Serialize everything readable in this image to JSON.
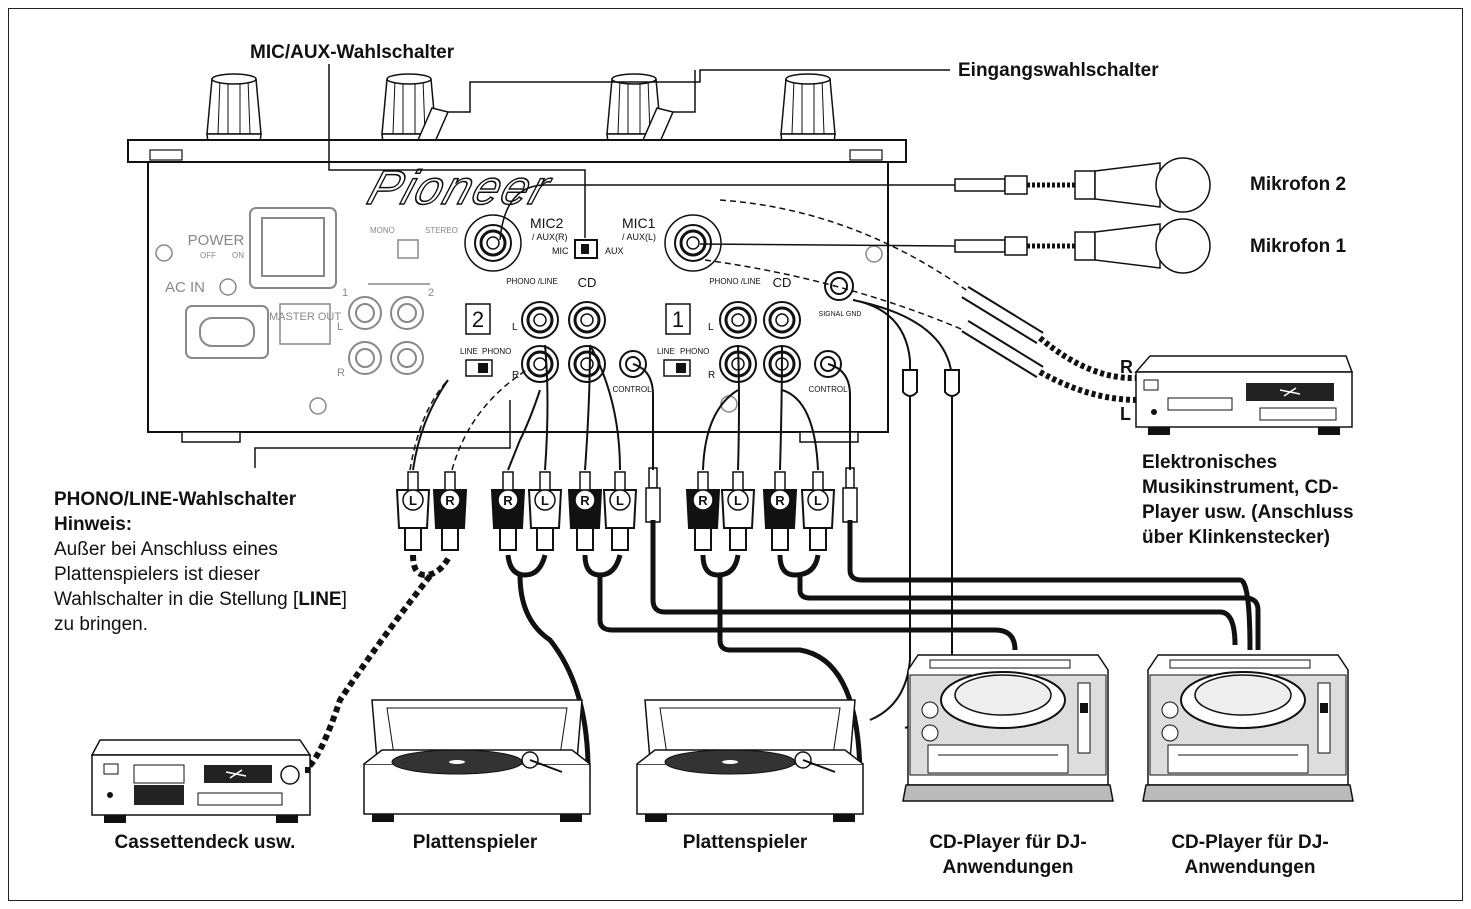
{
  "labels": {
    "mic_aux_switch": "MIC/AUX-Wahlschalter",
    "input_switch": "Eingangswahlschalter",
    "mic2": "Mikrofon 2",
    "mic1": "Mikrofon 1",
    "jack_r": "R",
    "jack_l": "L",
    "electronic_instrument": "Elektronisches Musikinstrument, CD-Player usw. (Anschluss über Klinkenstecker)",
    "phono_line_switch": "PHONO/LINE-Wahlschalter",
    "note_title": "Hinweis:",
    "note_before": "Außer bei Anschluss eines Plattenspielers ist dieser Wahlschalter in die Stellung [",
    "note_bold": "LINE",
    "note_after": "] zu bringen.",
    "cassette": "Cassettendeck usw.",
    "turntable_left": "Plattenspieler",
    "turntable_right": "Plattenspieler",
    "cdj_left": "CD-Player für DJ-Anwendungen",
    "cdj_right": "CD-Player für DJ-Anwendungen"
  },
  "panel": {
    "brand": "Pioneer",
    "power": "POWER",
    "off": "OFF",
    "on": "ON",
    "ac_in": "AC IN",
    "mono": "MONO",
    "stereo": "STEREO",
    "master_out": "MASTER OUT",
    "mic2": "MIC2",
    "aux_r": "/ AUX(R)",
    "mic1": "MIC1",
    "aux_l": "/ AUX(L)",
    "mic": "MIC",
    "aux": "AUX",
    "phono_line": "PHONO /LINE",
    "cd": "CD",
    "line": "LINE",
    "phono": "PHONO",
    "control": "CONTROL",
    "signal_gnd": "SIGNAL GND",
    "ch2": "2",
    "ch1": "1",
    "out1": "1",
    "out2": "2",
    "l": "L",
    "r": "R"
  },
  "plugs": {
    "left": "L",
    "right": "R"
  }
}
